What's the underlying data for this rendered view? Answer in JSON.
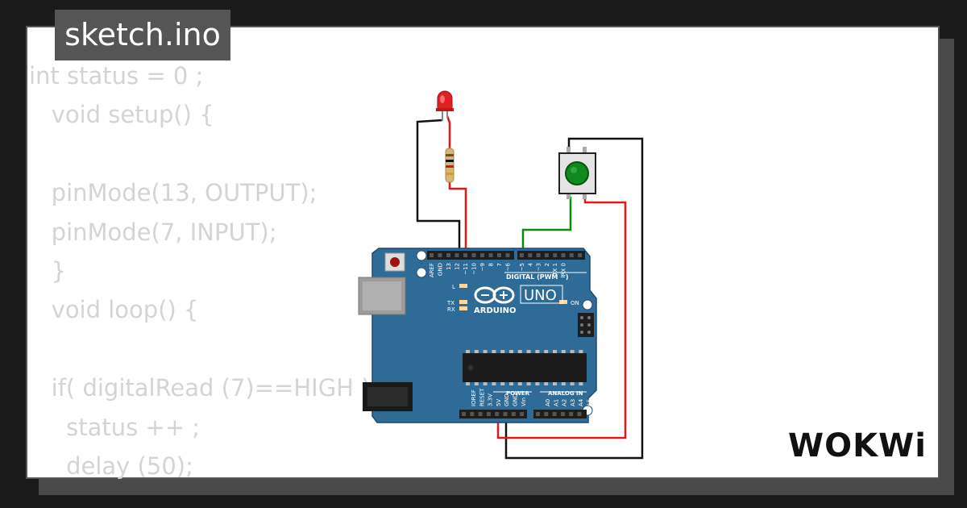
{
  "project": {
    "file_name": "sketch.ino"
  },
  "code_lines": [
    "int status = 0 ;",
    "   void setup() {",
    "",
    "   pinMode(13, OUTPUT);",
    "   pinMode(7, INPUT);",
    "   }",
    "   void loop() {",
    "",
    "   if( digitalRead (7)==HIGH ){",
    "     status ++ ;",
    "     delay (50);"
  ],
  "board": {
    "model": "UNO",
    "brand": "ARDUINO",
    "digital_label": "DIGITAL (PWM ~)",
    "power_label": "POWER",
    "analog_label": "ANALOG IN",
    "on_label": "ON",
    "tx_label": "TX",
    "rx_label": "RX",
    "l_label": "L",
    "top_pins": [
      "AREF",
      "GND",
      "13",
      "12",
      "~11",
      "~10",
      "~9",
      "8",
      "7",
      "~6",
      "~5",
      "4",
      "~3",
      "2",
      "TX 1",
      "RX 0"
    ],
    "power_pins": [
      "IOREF",
      "RESET",
      "3.3V",
      "5V",
      "GND",
      "GND",
      "Vin"
    ],
    "analog_pins": [
      "A0",
      "A1",
      "A2",
      "A3",
      "A4",
      "A5"
    ]
  },
  "brand_logo": "WOKWi",
  "colors": {
    "board": "#2e6b96",
    "led": "#e02020",
    "button_cap": "#108a1e",
    "wire_red": "#e01818",
    "wire_green": "#0c8a0c",
    "wire_black": "#111111"
  }
}
